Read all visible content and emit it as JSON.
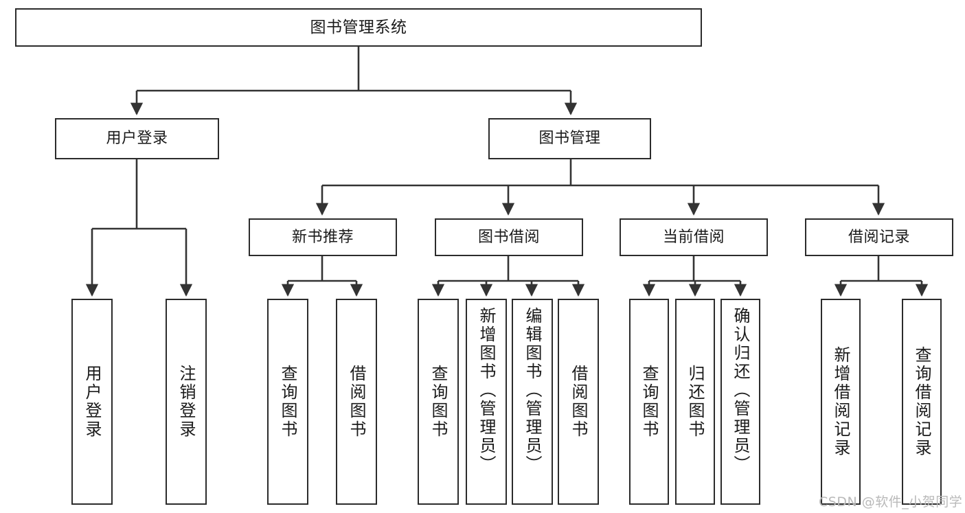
{
  "diagram": {
    "title": "图书管理系统",
    "type": "hierarchy-tree",
    "watermark": "CSDN @软件_小贺同学",
    "colors": {
      "box_border": "#2b2b2b",
      "box_fill": "#ffffff",
      "edge": "#333333",
      "text": "#1a1a1a",
      "watermark": "#b9b9b9"
    }
  },
  "nodes": {
    "root": {
      "label": "图书管理系统",
      "level": 0,
      "orientation": "horizontal"
    },
    "level1": [
      {
        "id": "user-login",
        "label": "用户登录",
        "orientation": "horizontal"
      },
      {
        "id": "book-manage",
        "label": "图书管理",
        "orientation": "horizontal"
      }
    ],
    "level2": [
      {
        "id": "new-book-recommend",
        "label": "新书推荐",
        "orientation": "horizontal",
        "parent": "book-manage"
      },
      {
        "id": "book-borrow",
        "label": "图书借阅",
        "orientation": "horizontal",
        "parent": "book-manage"
      },
      {
        "id": "current-borrow",
        "label": "当前借阅",
        "orientation": "horizontal",
        "parent": "book-manage"
      },
      {
        "id": "borrow-record",
        "label": "借阅记录",
        "orientation": "horizontal",
        "parent": "book-manage"
      }
    ],
    "leaves": [
      {
        "id": "leaf-user-login",
        "label": "用户登录",
        "parent": "user-login",
        "orientation": "vertical"
      },
      {
        "id": "leaf-user-logout",
        "label": "注销登录",
        "parent": "user-login",
        "orientation": "vertical"
      },
      {
        "id": "leaf-query-book-1",
        "label": "查询图书",
        "parent": "new-book-recommend",
        "orientation": "vertical"
      },
      {
        "id": "leaf-borrow-book-1",
        "label": "借阅图书",
        "parent": "new-book-recommend",
        "orientation": "vertical"
      },
      {
        "id": "leaf-query-book-2",
        "label": "查询图书",
        "parent": "book-borrow",
        "orientation": "vertical"
      },
      {
        "id": "leaf-add-book",
        "label": "新增图书（管理员）",
        "parent": "book-borrow",
        "orientation": "vertical"
      },
      {
        "id": "leaf-edit-book",
        "label": "编辑图书（管理员）",
        "parent": "book-borrow",
        "orientation": "vertical"
      },
      {
        "id": "leaf-borrow-book-2",
        "label": "借阅图书",
        "parent": "book-borrow",
        "orientation": "vertical"
      },
      {
        "id": "leaf-query-book-3",
        "label": "查询图书",
        "parent": "current-borrow",
        "orientation": "vertical"
      },
      {
        "id": "leaf-return-book",
        "label": "归还图书",
        "parent": "current-borrow",
        "orientation": "vertical"
      },
      {
        "id": "leaf-confirm-return",
        "label": "确认归还（管理员）",
        "parent": "current-borrow",
        "orientation": "vertical"
      },
      {
        "id": "leaf-add-record",
        "label": "新增借阅记录",
        "parent": "borrow-record",
        "orientation": "vertical"
      },
      {
        "id": "leaf-query-record",
        "label": "查询借阅记录",
        "parent": "borrow-record",
        "orientation": "vertical"
      }
    ]
  }
}
